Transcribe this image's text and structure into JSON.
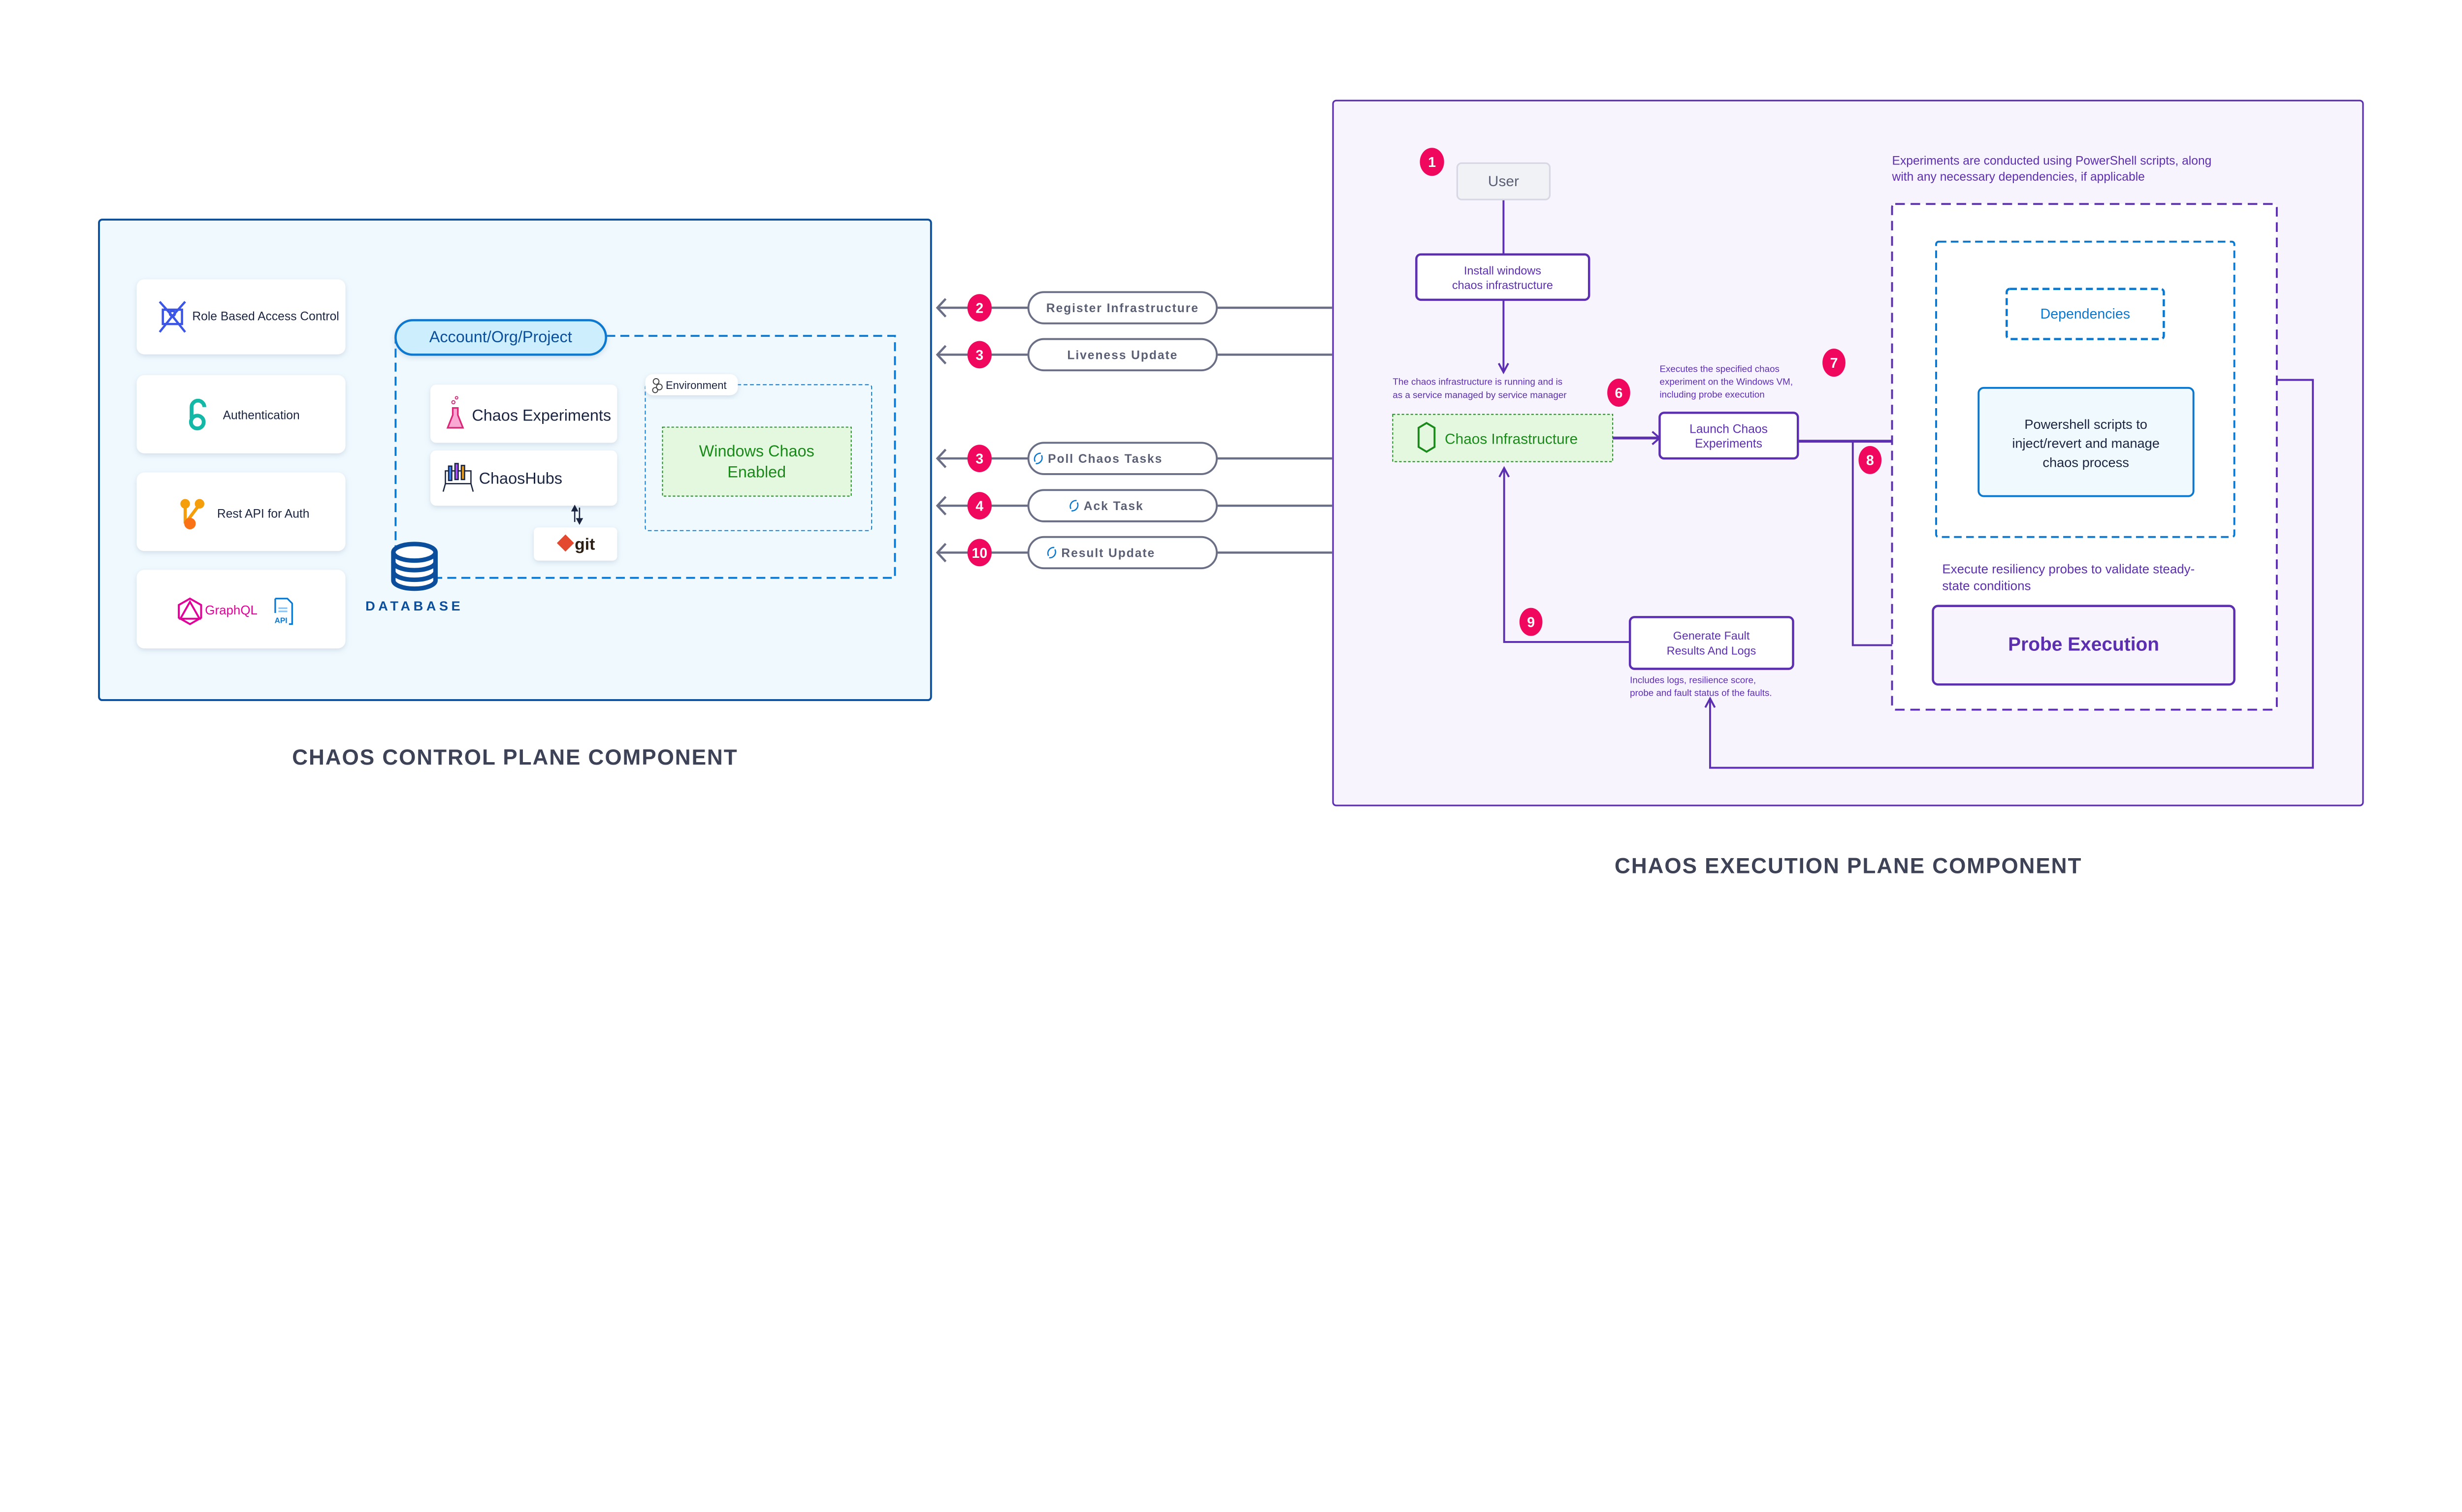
{
  "colors": {
    "control_plane_bg": "#eff9fe",
    "control_plane_border": "#0b4f9c",
    "execution_plane_bg": "#f7f4fd",
    "execution_plane_border": "#5b2fb0",
    "badge": "#f0075e",
    "connector_gray": "#6b6f85",
    "purple": "#5b2fb0",
    "blue": "#0b78d0",
    "green": "#1a8a1a",
    "green_bg": "#e4f7df"
  },
  "control_plane": {
    "title": "CHAOS CONTROL PLANE COMPONENT",
    "cards": [
      {
        "label": "Role Based Access Control",
        "icon": "rbac-icon"
      },
      {
        "label": "Authentication",
        "icon": "open-access-icon"
      },
      {
        "label": "Rest API for Auth",
        "icon": "api-branch-icon"
      },
      {
        "label": "GraphQL",
        "icon": "graphql-icon",
        "extra": "API"
      }
    ],
    "scope_label": "Account/Org/Project",
    "chaos_experiments": "Chaos Experiments",
    "chaoshubs": "ChaosHubs",
    "git": "git",
    "environment": "Environment",
    "windows_chaos": [
      "Windows Chaos",
      "Enabled"
    ],
    "database": "DATABASE"
  },
  "connectors": [
    {
      "step": "2",
      "label": "Register Infrastructure",
      "icon": ""
    },
    {
      "step": "3",
      "label": "Liveness Update",
      "icon": ""
    },
    {
      "step": "3",
      "label": "Poll Chaos Tasks",
      "icon": "sync-icon"
    },
    {
      "step": "4",
      "label": "Ack Task",
      "icon": "sync-icon"
    },
    {
      "step": "10",
      "label": "Result Update",
      "icon": "sync-icon"
    }
  ],
  "execution_plane": {
    "title": "CHAOS EXECUTION PLANE COMPONENT",
    "user": {
      "step": "1",
      "label": "User"
    },
    "install": [
      "Install windows",
      "chaos infrastructure"
    ],
    "infra_note": {
      "step": "6",
      "lines": [
        "The chaos infrastructure is running and is",
        "as a service managed by service manager"
      ]
    },
    "chaos_infrastructure": "Chaos Infrastructure",
    "launch": [
      "Launch Chaos",
      "Experiments"
    ],
    "launch_note": {
      "step": "7",
      "lines": [
        "Executes the specified chaos",
        "experiment on the Windows VM,",
        "including probe execution"
      ]
    },
    "step8": "8",
    "ps_note": [
      "Experiments are conducted using PowerShell scripts, along",
      "with any necessary dependencies, if applicable"
    ],
    "dependencies": "Dependencies",
    "powershell": [
      "Powershell scripts to",
      "inject/revert and manage",
      "chaos process"
    ],
    "probe_note": [
      "Execute resiliency probes to validate steady-",
      "state conditions"
    ],
    "probe_execution": "Probe Execution",
    "generate": {
      "step": "9",
      "lines": [
        "Generate Fault",
        "Results And Logs"
      ]
    },
    "generate_note": [
      "Includes logs, resilience score,",
      "probe and fault status of the faults."
    ]
  }
}
